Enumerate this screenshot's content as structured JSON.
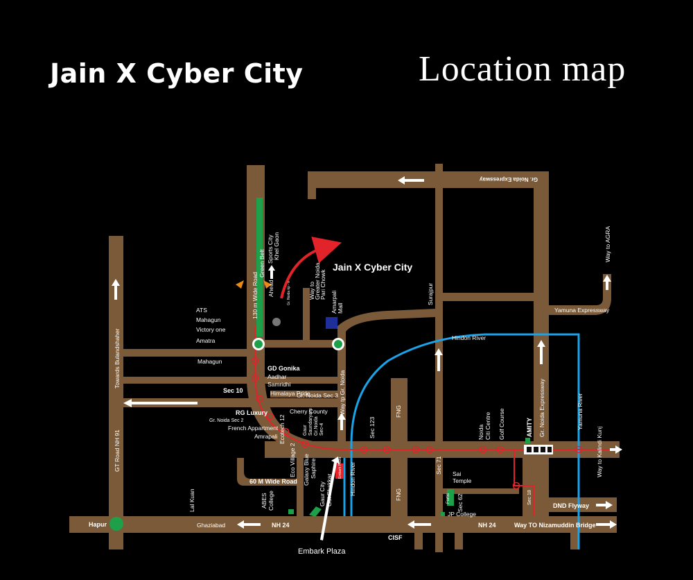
{
  "header": {
    "title": "Jain X Cyber City",
    "subtitle": "Location map"
  },
  "colors": {
    "background": "#000000",
    "road": "#7a5a38",
    "metro": "#e2232a",
    "river": "#1aa3e8",
    "green_belt": "#1ea04a",
    "marker_blue": "#1f2f9a",
    "project_arrow": "#e2232a"
  },
  "project": {
    "label": "Jain X Cyber City"
  },
  "roads": {
    "gt_road": "GT Road NH 91",
    "bulandshaher": "Towards Bulandshaher",
    "wide_road_130": "130 m Wide Road",
    "green_belt": "Green Belt",
    "gr_noida_expressway_top": "Gr. Noida Expressway",
    "gr_noida_expressway": "Gr. Noida Expressway",
    "yamuna_expressway": "Yamuna Expressway",
    "way_to_agra": "Way to AGRA",
    "hindon_river": "Hindon River",
    "hindon_river_2": "Hindon River",
    "yamuna_river": "Yamuna River",
    "way_to_kalindi": "Way to Kalindi Kunj",
    "dnd_flyway": "DND Flyway",
    "way_to_nizamuddin": "Way TO Nizamuddin Bridge",
    "nh24_left": "NH 24",
    "nh24_right": "NH 24",
    "wide_road_60": "60 M Wide Road",
    "way_to_gr_noida": "Way tp Gr. Noida",
    "fng_top": "FNG",
    "fng_bottom": "FNG",
    "surajpur": "Surajpur",
    "sec_123": "Sec 123",
    "sec_71": "Sec 71",
    "sec_62": "Sec 62",
    "sec_18": "Sec 18",
    "sec_10": "Sec 10",
    "cisf": "CISF",
    "ghaziabad": "Ghaziabad",
    "hapur": "Hapur",
    "lal_kuan": "Lal Kuan"
  },
  "landmarks": {
    "sports_city": "Sports City",
    "khel_gaon": "Khel Gaon",
    "ahead": "Ahead",
    "gr_noida_kp": "Gr. Noida kp - v",
    "pari_chowk_1": "Way to",
    "pari_chowk_2": "Greater Noida",
    "pari_chowk_3": "Pari Chowk",
    "amrapali_mall_1": "Amarpali",
    "amrapali_mall_2": "Mall",
    "ats": "ATS",
    "mahagun": "Mahagun",
    "victory_one": "Victory one",
    "amatra": "Amatra",
    "mahagun_road": "Mahagun",
    "gd_gonika": "GD Gonika",
    "aadhar_1": "Aadhar",
    "aadhar_2": "Samridhi",
    "himalaya_pride": "Himalaya Pride",
    "gr_noida_sec3": "Gr. Noida Sec 3",
    "rg_luxury": "RG Luxury",
    "cherry_county": "Cherry County",
    "gr_noida_sec2": "Gr. Noida Sec 2",
    "french_appartment": "French Appartment",
    "amrapali": "Amrapali",
    "ecotech_12": "Ecotech 12",
    "gaur_saundaryam_1": "Gaur",
    "gaur_saundaryam_2": "Saundaryam",
    "gr_noida_sec4_1": "Gr.Noida",
    "gr_noida_sec4_2": "Sec-4",
    "eco_village_2": "Eco Village 2",
    "galaxy_blue_1": "Galaxy Blue",
    "galaxy_blue_2": "Saphire",
    "gaur_city_1": "Gaur City",
    "gaur_city_2": "Gol Chakkar",
    "embark_plaza_small": "Embark Plaza",
    "embark_plaza": "Embark Plaza",
    "abes_1": "ABES",
    "abes_2": "College",
    "noida_citi_1": "Noida",
    "noida_citi_2": "Citi Centre",
    "golf_course": "Golf Course",
    "amity": "AMITY",
    "sai_temple_1": "Sai",
    "sai_temple_2": "Temple",
    "jp_college": "JP College",
    "fortis": "Fortis"
  }
}
